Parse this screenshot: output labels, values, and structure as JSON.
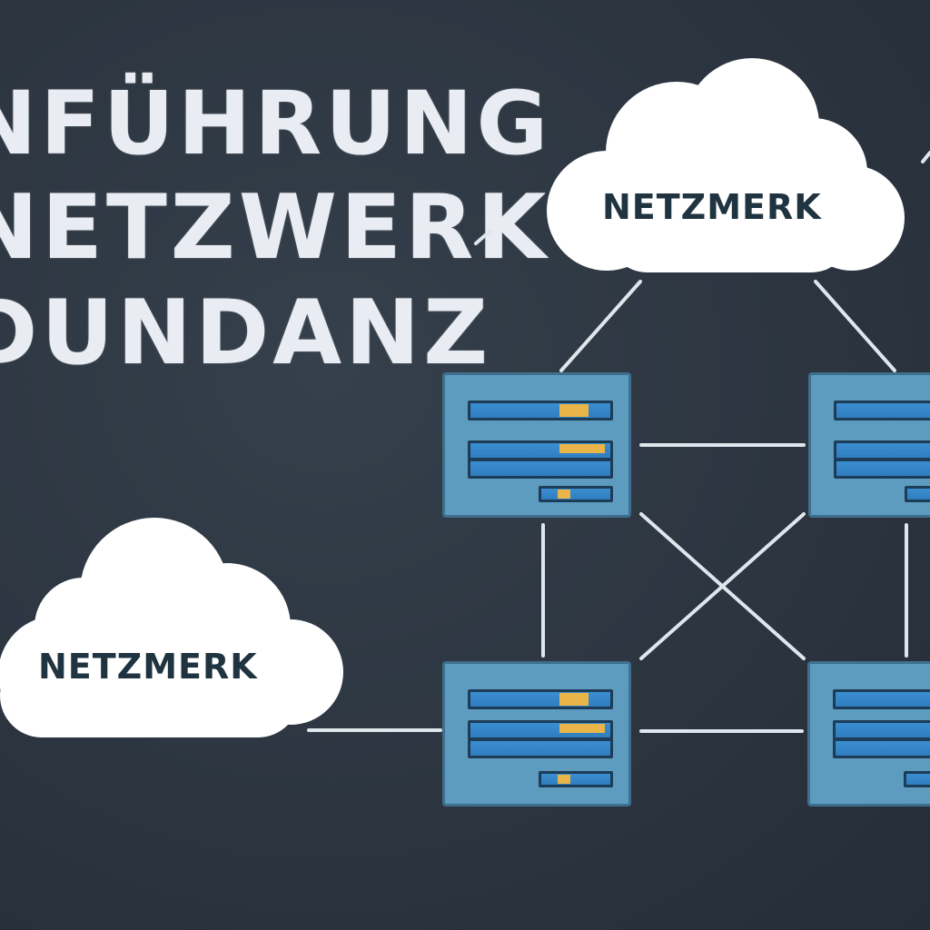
{
  "title": {
    "line1": "NFÜHRUNG",
    "line2": "NETZWERK",
    "line3": "DUNDANZ"
  },
  "clouds": [
    {
      "label": "NETZMERK"
    },
    {
      "label": "NETZMERK"
    }
  ],
  "colors": {
    "background": "#2c3540",
    "title_text": "#e9ecf2",
    "cloud": "#ffffff",
    "cloud_text": "#1f3340",
    "connection": "#dfe6ec",
    "server_body": "#5e9cbf",
    "drive": "#2f7dbf",
    "drive_indicator": "#e9b548"
  }
}
